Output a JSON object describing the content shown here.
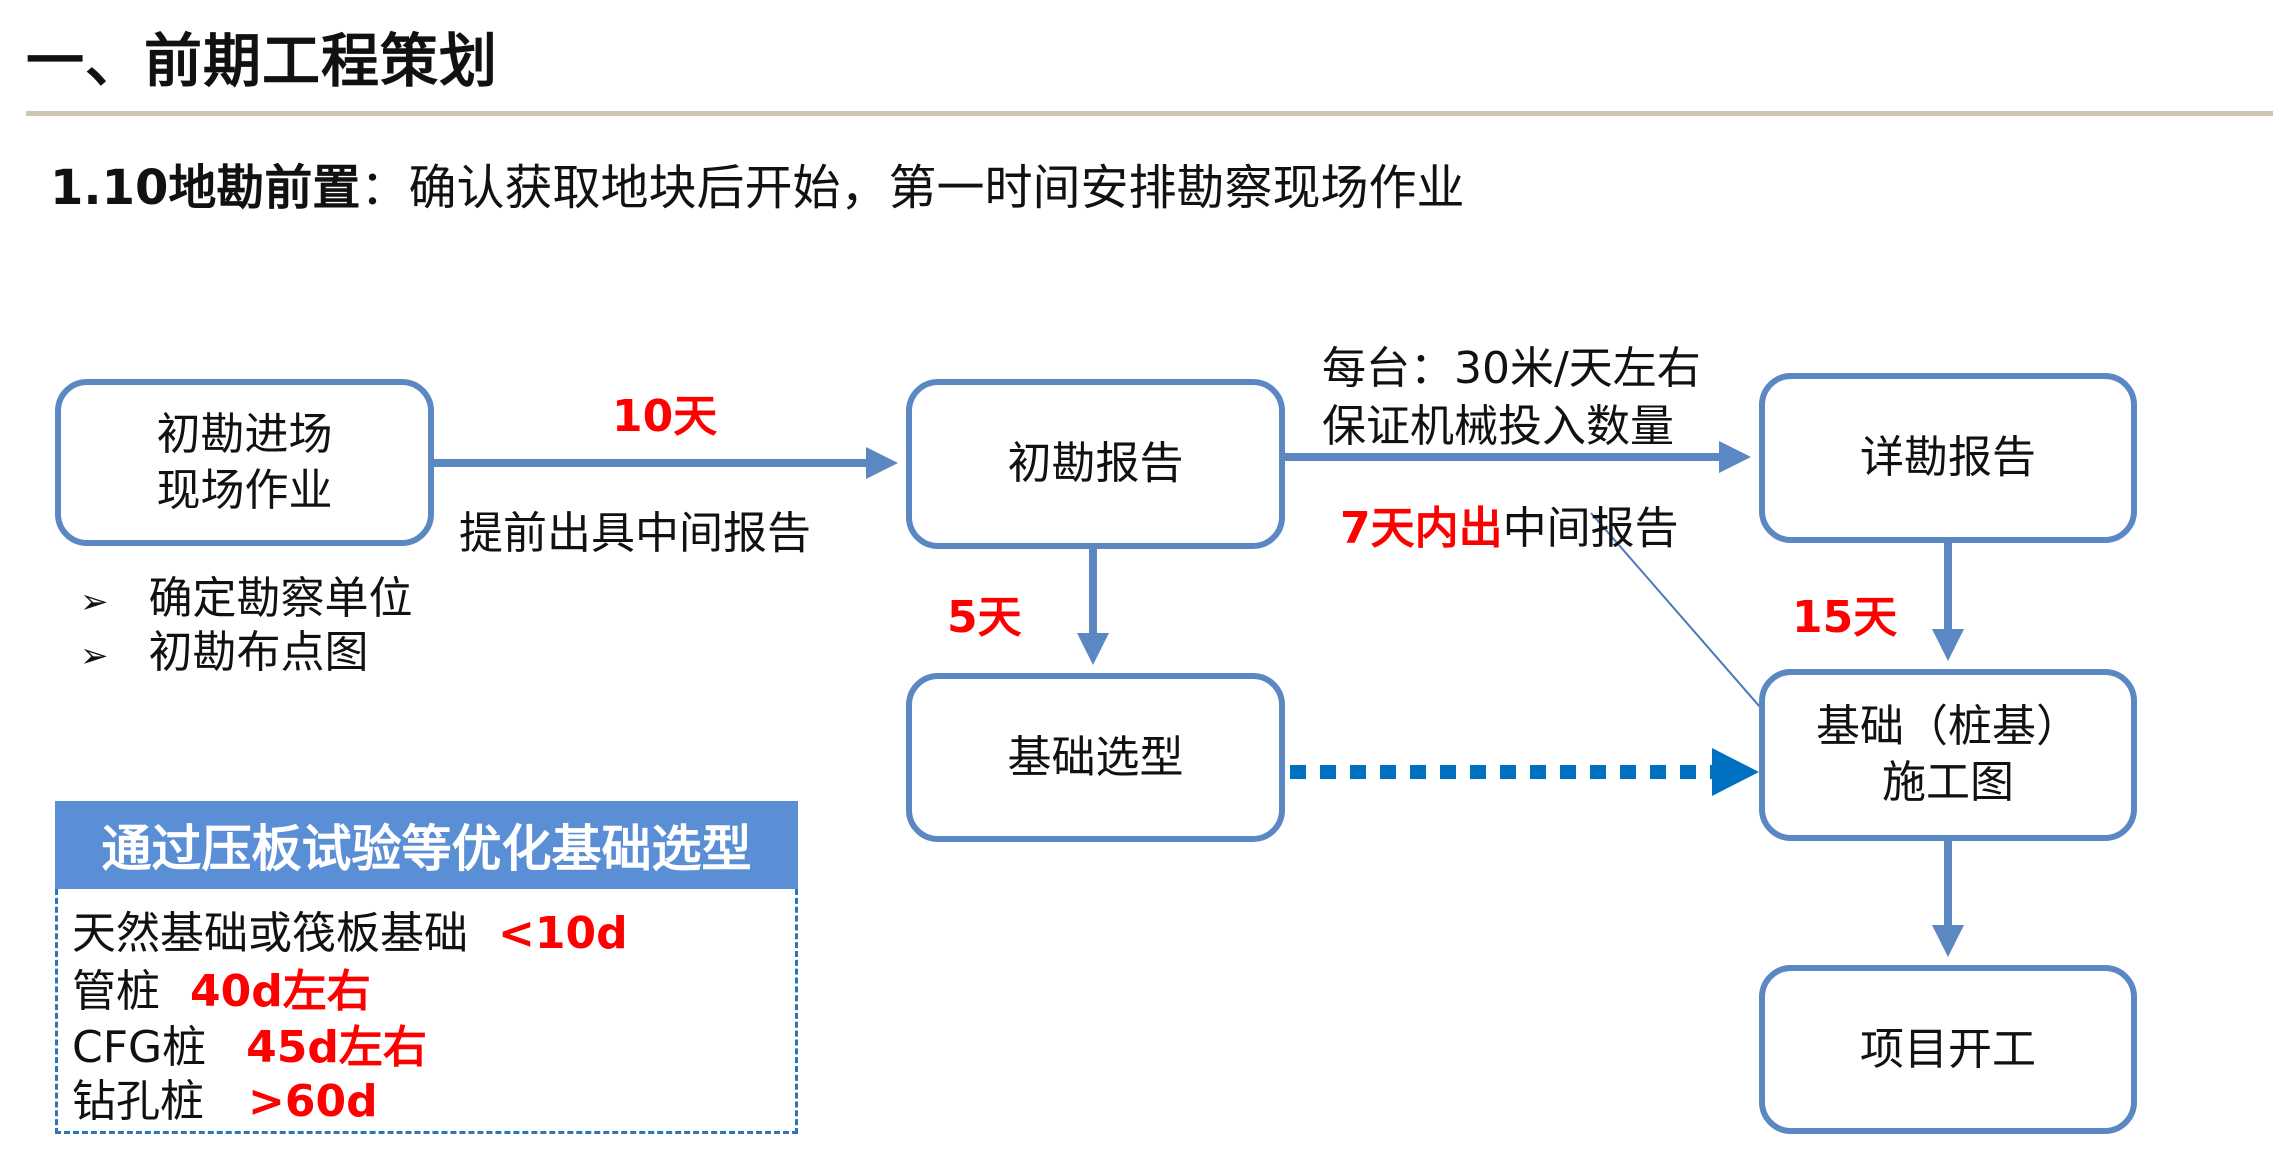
{
  "header": {
    "title": "一、前期工程策划"
  },
  "subtitle": {
    "bold": "1.10地勘前置",
    "rest": "：确认获取地块后开始，第一时间安排勘察现场作业"
  },
  "flow": {
    "box_initial_field": [
      "初勘进场",
      "现场作业"
    ],
    "box_initial_report": "初勘报告",
    "box_detailed_report": "详勘报告",
    "box_foundation_type": "基础选型",
    "box_construction_drawing": [
      "基础（桩基）",
      "施工图"
    ],
    "box_project_start": "项目开工",
    "arrow1_duration": "10天",
    "arrow1_note": "提前出具中间报告",
    "bullets": [
      "确定勘察单位",
      "初勘布点图"
    ],
    "bullet_icon": "arrowhead-bullet-icon",
    "arrow2_note_lines": [
      "每台：30米/天左右",
      "保证机械投入数量"
    ],
    "arrow2_red": "7天内出",
    "arrow2_note2": "中间报告",
    "down1_duration": "5天",
    "down2_duration": "15天"
  },
  "optimization": {
    "title": "通过压板试验等优化基础选型",
    "items": [
      {
        "name": "天然基础或筏板基础",
        "value": "<10d"
      },
      {
        "name": "管桩",
        "value": "40d左右"
      },
      {
        "name": "CFG桩",
        "value": "45d左右"
      },
      {
        "name": "钻孔桩",
        "value": ">60d"
      }
    ]
  },
  "colors": {
    "box_border": "#5b87c2",
    "accent_red": "#ff0000",
    "header_fill": "#5a8fd6",
    "dotted_arrow": "#0070c0",
    "divider": "#cdc6b2"
  }
}
